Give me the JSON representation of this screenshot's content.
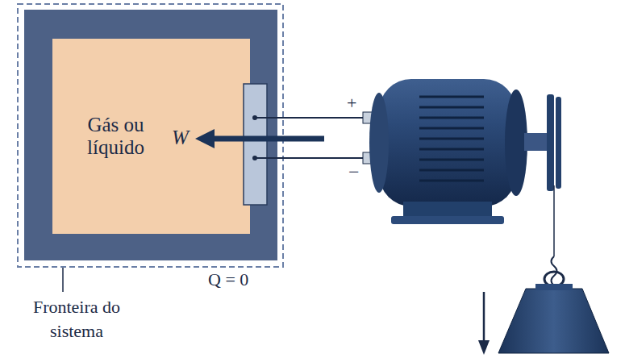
{
  "diagram": {
    "nodes": [
      {
        "text": [
          "Gás ou líquido"
        ]
      }
    ],
    "labels": [
      "W",
      "+",
      "−",
      "Q = 0",
      "Fronteira do sistema"
    ]
  }
}
